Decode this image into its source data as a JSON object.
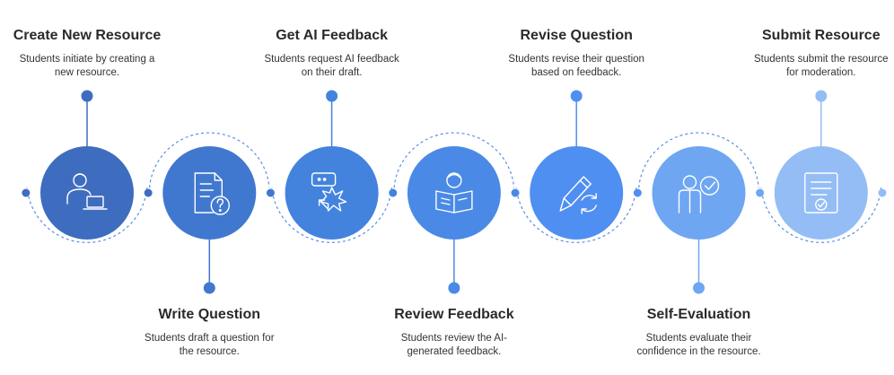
{
  "steps": [
    {
      "title": "Create New Resource",
      "desc_lines": [
        "Students initiate by creating a",
        "new resource."
      ],
      "icon": "person-laptop-icon",
      "color": "#3e6dbf",
      "position": "top"
    },
    {
      "title": "Write Question",
      "desc_lines": [
        "Students draft a question for",
        "the resource."
      ],
      "icon": "document-question-icon",
      "color": "#4178cf",
      "position": "bottom"
    },
    {
      "title": "Get AI Feedback",
      "desc_lines": [
        "Students request AI feedback",
        "on their draft."
      ],
      "icon": "chat-cursor-click-icon",
      "color": "#4383de",
      "position": "top"
    },
    {
      "title": "Review Feedback",
      "desc_lines": [
        "Students review the AI-",
        "generated feedback."
      ],
      "icon": "person-reading-icon",
      "color": "#4a8ae6",
      "position": "bottom"
    },
    {
      "title": "Revise Question",
      "desc_lines": [
        "Students revise their question",
        "based on feedback."
      ],
      "icon": "pencil-refresh-icon",
      "color": "#4f8ff1",
      "position": "top"
    },
    {
      "title": "Self-Evaluation",
      "desc_lines": [
        "Students evaluate their",
        "confidence in the resource."
      ],
      "icon": "person-check-icon",
      "color": "#6ea6f2",
      "position": "bottom"
    },
    {
      "title": "Submit Resource",
      "desc_lines": [
        "Students submit the resource",
        "for moderation."
      ],
      "icon": "form-check-icon",
      "color": "#94bdf5",
      "position": "top"
    }
  ]
}
